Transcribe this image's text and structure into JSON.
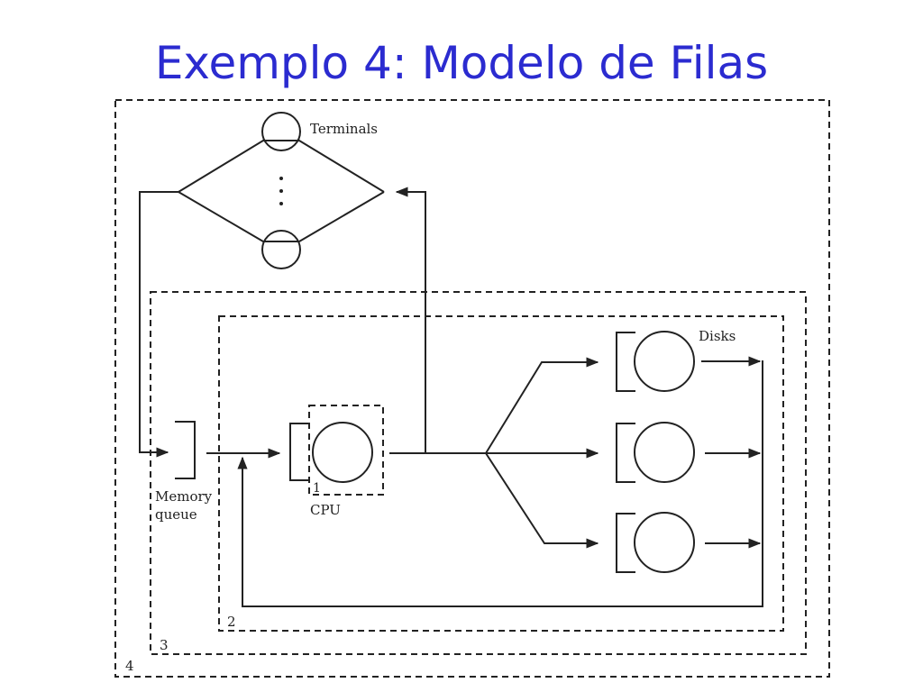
{
  "title": "Exemplo 4: Modelo de Filas",
  "diagram": {
    "terminals_label": "Terminals",
    "disks_label": "Disks",
    "cpu_label": "CPU",
    "memory_label_line1": "Memory",
    "memory_label_line2": "queue",
    "box_numbers": [
      "1",
      "2",
      "3",
      "4"
    ]
  },
  "colors": {
    "title": "#2b2bd0",
    "lines": "#222222"
  }
}
